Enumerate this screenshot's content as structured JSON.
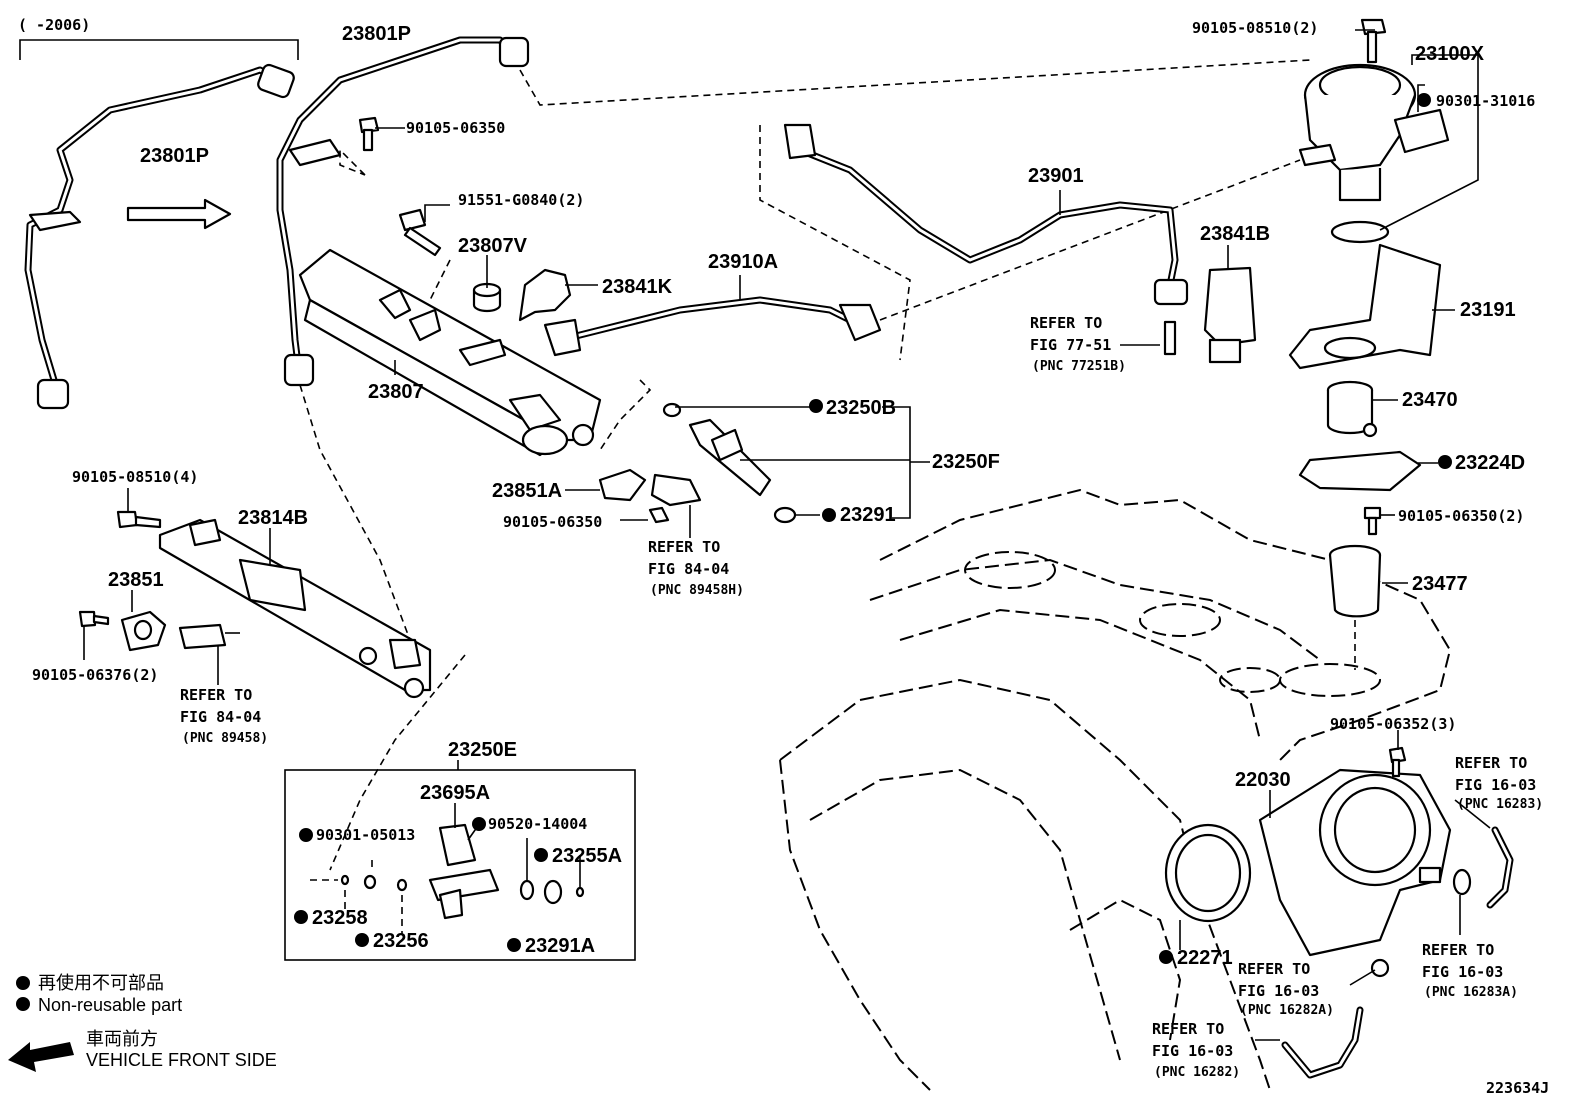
{
  "header": {
    "range": "(    -2006)"
  },
  "parts": {
    "p23801P_a": "23801P",
    "p23801P_b": "23801P",
    "p90105_06350_a": "90105-06350",
    "p91551": "91551-G0840(2)",
    "p23807V": "23807V",
    "p23841K": "23841K",
    "p23910A": "23910A",
    "p23901": "23901",
    "p90105_08510_2": "90105-08510(2)",
    "p23100X": "23100X",
    "p90301_31016": "90301-31016",
    "p23841B": "23841B",
    "p23191": "23191",
    "p23807": "23807",
    "p23250B": "23250B",
    "p23250F": "23250F",
    "p23470": "23470",
    "p23224D": "23224D",
    "p23851A": "23851A",
    "p90105_06350_b": "90105-06350",
    "p23291": "23291",
    "p90105_06350_2": "90105-06350(2)",
    "p23477": "23477",
    "p90105_08510_4": "90105-08510(4)",
    "p23814B": "23814B",
    "p23851": "23851",
    "p90105_06376": "90105-06376(2)",
    "p23250E": "23250E",
    "p23695A": "23695A",
    "p90301_05013": "90301-05013",
    "p90520_14004": "90520-14004",
    "p23255A": "23255A",
    "p23258": "23258",
    "p23256": "23256",
    "p23291A": "23291A",
    "p90105_06352": "90105-06352(3)",
    "p22030": "22030",
    "p22271": "22271",
    "code": "223634J"
  },
  "refs": {
    "r1": {
      "l1": "REFER TO",
      "l2": "FIG 77-51",
      "l3": "(PNC 77251B)"
    },
    "r2": {
      "l1": "REFER TO",
      "l2": "FIG 84-04",
      "l3": "(PNC 89458H)"
    },
    "r3": {
      "l1": "REFER TO",
      "l2": "FIG 84-04",
      "l3": "(PNC 89458)"
    },
    "r4": {
      "l1": "REFER TO",
      "l2": "FIG 16-03",
      "l3": "(PNC 16283)"
    },
    "r5": {
      "l1": "REFER TO",
      "l2": "FIG 16-03",
      "l3": "(PNC 16283A)"
    },
    "r6": {
      "l1": "REFER TO",
      "l2": "FIG 16-03",
      "l3": "(PNC 16282A)"
    },
    "r7": {
      "l1": "REFER TO",
      "l2": "FIG 16-03",
      "l3": "(PNC 16282)"
    }
  },
  "legend": {
    "nonreusable_jp": "再使用不可部品",
    "nonreusable_en": "Non-reusable part",
    "front_jp": "車両前方",
    "front_en": "VEHICLE FRONT SIDE"
  }
}
